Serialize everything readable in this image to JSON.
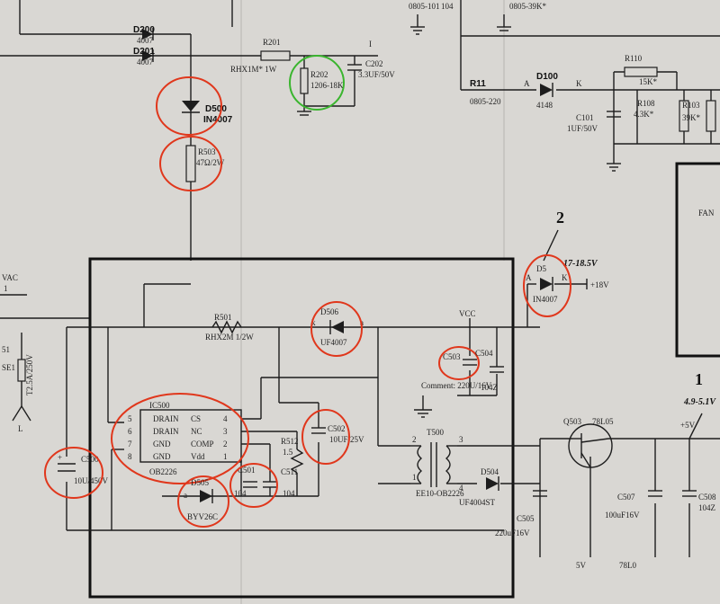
{
  "colors": {
    "paper": "#d9d7d3",
    "ink": "#1d1d1d",
    "highlight_red": "#e0371c",
    "highlight_green": "#3ab52e"
  },
  "top": {
    "r_top1": "0805-101",
    "r_top1_sub": "104",
    "r_top2": "0805-39K*",
    "d200": "D200",
    "d200_val": "4007",
    "d201": "D201",
    "d201_val": "4007",
    "r201": "R201",
    "r201_val": "RHX1M* 1W",
    "r202": "R202",
    "r202_val": "1206-18K",
    "c202": "C202",
    "c202_val": "3.3UF/50V",
    "node_i": "I",
    "d500": "D500",
    "d500_val": "IN4007",
    "r503": "R503",
    "r503_val": "47Ω/2W"
  },
  "right_top": {
    "r11": "R11",
    "r11_val": "0805-220",
    "d100": "D100",
    "d100_val": "4148",
    "node_a": "A",
    "node_k": "K",
    "r110": "R110",
    "r110_val": "15K*",
    "r108": "R108",
    "r108_val": "4.3K*",
    "r103": "R103",
    "r103_val": "39K*",
    "c101": "C101",
    "c101_val": "1UF/50V",
    "fan": "FAN"
  },
  "left": {
    "vac": "VAC",
    "vac_sub": "1",
    "f_label": "51",
    "f_val": "T2.5A/250V",
    "f_name": "SE1",
    "l_label": "L"
  },
  "board": {
    "r501": "R501",
    "r501_val": "RHX2M 1/2W",
    "d506": "D506",
    "d506_val": "UF4007",
    "d506_k": "k",
    "d506_a": "a",
    "vcc": "VCC",
    "c503": "C503",
    "c504": "C504",
    "comment": "Comment: 220U/16V",
    "c504_val": "104Z",
    "ic": "IC500",
    "ic_part": "OB2226",
    "pins_left": [
      "DRAIN",
      "DRAIN",
      "GND",
      "GND"
    ],
    "pins_left_num": [
      "5",
      "6",
      "7",
      "8"
    ],
    "pins_right": [
      "CS",
      "NC",
      "COMP",
      "Vdd"
    ],
    "pins_right_num": [
      "4",
      "3",
      "2",
      "1"
    ],
    "c502": "C502",
    "c502_val": "10UF/25V",
    "r512": "R512",
    "r512_val": "1.5",
    "c511": "C511",
    "c511_val": "104",
    "c501": "C501",
    "c501_val": "104",
    "c500": "C500",
    "c500_val": "10U/450V",
    "d505": "D505",
    "d505_val": "BYV26C",
    "d505_a": "a",
    "t500": "T500",
    "t500_part": "EE10-OB2226",
    "t_pins": [
      "2",
      "3",
      "1",
      "4"
    ],
    "d504": "D504",
    "d504_val": "UF4004ST"
  },
  "d5": {
    "marker": "2",
    "name": "D5",
    "val": "IN4007",
    "voltage": "17-18.5V",
    "a": "A",
    "k": "K",
    "out": "+18V"
  },
  "output": {
    "marker": "1",
    "voltage": "4.9-5.1V",
    "plus5": "+5V",
    "q503": "Q503",
    "q503_val": "78L05",
    "c505": "C505",
    "c505_val": "220uF16V",
    "c507": "C507",
    "c507_val": "100uF16V",
    "c508": "C508",
    "c508_val": "104Z",
    "bottom_5v": "5V",
    "bottom_78l": "78L0"
  }
}
